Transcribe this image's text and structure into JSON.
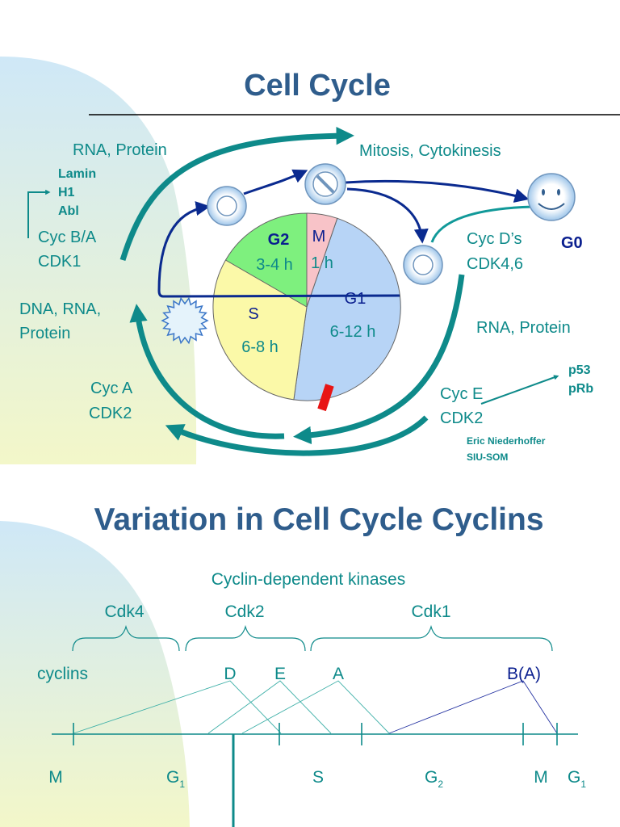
{
  "slide1": {
    "title": "Cell Cycle",
    "rna_protein_top": "RNA, Protein",
    "mitosis": "Mitosis, Cytokinesis",
    "lamin": "Lamin",
    "h1": "H1",
    "abl": "Abl",
    "cyc_ba": "Cyc B/A",
    "cdk1": "CDK1",
    "dna_rna_protein_1": "DNA, RNA,",
    "dna_rna_protein_2": "Protein",
    "cyc_a": "Cyc A",
    "cdk2_left": "CDK2",
    "cyc_ds": "Cyc D’s",
    "cdk46": "CDK4,6",
    "g0": "G0",
    "rna_protein_right": "RNA, Protein",
    "p53": "p53",
    "prb": "pRb",
    "cyc_e": "Cyc E",
    "cdk2_right": "CDK2",
    "credit_1": "Eric Niederhoffer",
    "credit_2": "SIU-SOM",
    "phases": {
      "g2": "G2",
      "g2_time": "3-4 h",
      "m": "M",
      "m_time": "1 h",
      "g1": "G1",
      "g1_time": "6-12 h",
      "s": "S",
      "s_time": "6-8 h"
    },
    "colors": {
      "g1": "#b7d4f6",
      "s": "#fbf9a8",
      "g2": "#7ef07e",
      "m": "#f8c3c8",
      "arrow_teal": "#0e8a8a",
      "arrow_navy": "#0a2a8f",
      "restriction_mark": "#e81515"
    }
  },
  "slide2": {
    "title": "Variation in Cell Cycle Cyclins",
    "subtitle": "Cyclin-dependent kinases",
    "cdk4": "Cdk4",
    "cdk2": "Cdk2",
    "cdk1": "Cdk1",
    "cyclins": "cyclins",
    "d": "D",
    "e": "E",
    "a": "A",
    "ba": "B(A)",
    "phase_m1": "M",
    "phase_g1": "G",
    "phase_g1_sub": "1",
    "phase_s": "S",
    "phase_g2": "G",
    "phase_g2_sub": "2",
    "phase_m2": "M",
    "phase_g1b": "G",
    "phase_g1b_sub": "1"
  }
}
